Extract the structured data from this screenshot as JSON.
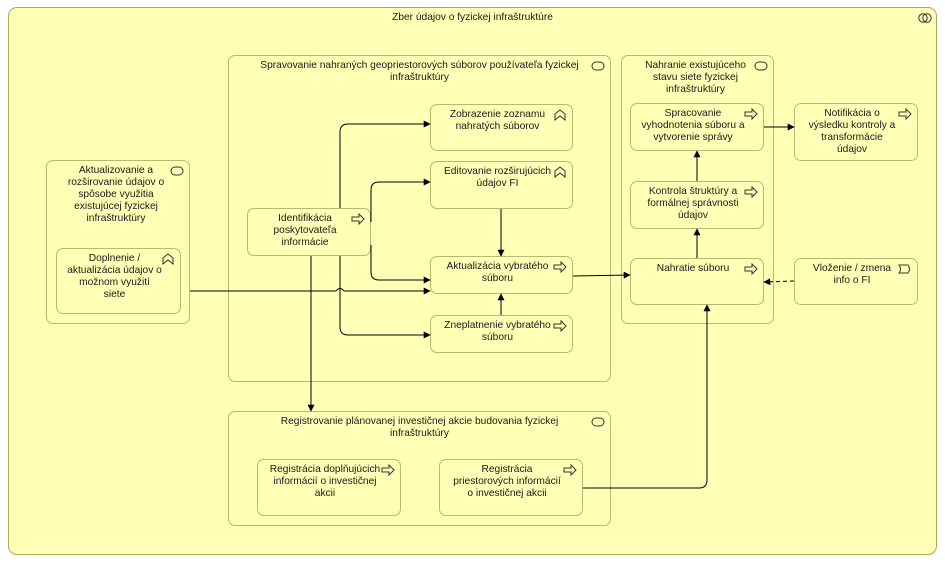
{
  "diagram": {
    "title": "Zber údajov o fyzickej infraštruktúre",
    "groups": {
      "left_service": "Aktualizovanie a rozširovanie údajov o spôsobe využitia existujúcej fyzickej infraštruktúry",
      "manage_files": "Spravovanie nahraných geopriestorových súborov používateľa fyzickej infraštruktúry",
      "upload_state": "Nahranie existujúceho stavu siete fyzickej infraštruktúry",
      "register_plan": "Registrovanie plánovanej investičnej akcie budovania fyzickej infraštruktúry"
    },
    "nodes": {
      "doplnenie": "Doplnenie / aktualizácia údajov o možnom využití siete",
      "identifikacia": "Identifikácia poskytovateľa informácie",
      "zobrazenie": "Zobrazenie zoznamu nahratých súborov",
      "editovanie": "Editovanie rozširujúcich údajov FI",
      "aktualizacia": "Aktualizácia vybratého súboru",
      "zneplatnenie": "Zneplatnenie vybratého súboru",
      "spracovanie": "Spracovanie vyhodnotenia súboru a vytvorenie správy",
      "kontrola": "Kontrola štruktúry a formálnej správnosti údajov",
      "nahratie": "Nahratie súboru",
      "notifikacia": "Notifikácia o výsledku kontroly a transformácie údajov",
      "vlozenie": "Vloženie / zmena info o FI",
      "reg_doplnujucich": "Registrácia doplňujúcich informácií o investičnej akcii",
      "reg_priestorovych": "Registrácia priestorových informácií o investičnej akcii"
    },
    "colors": {
      "fill": "#ffffb5",
      "border": "#b8b86e",
      "line": "#000000"
    }
  }
}
